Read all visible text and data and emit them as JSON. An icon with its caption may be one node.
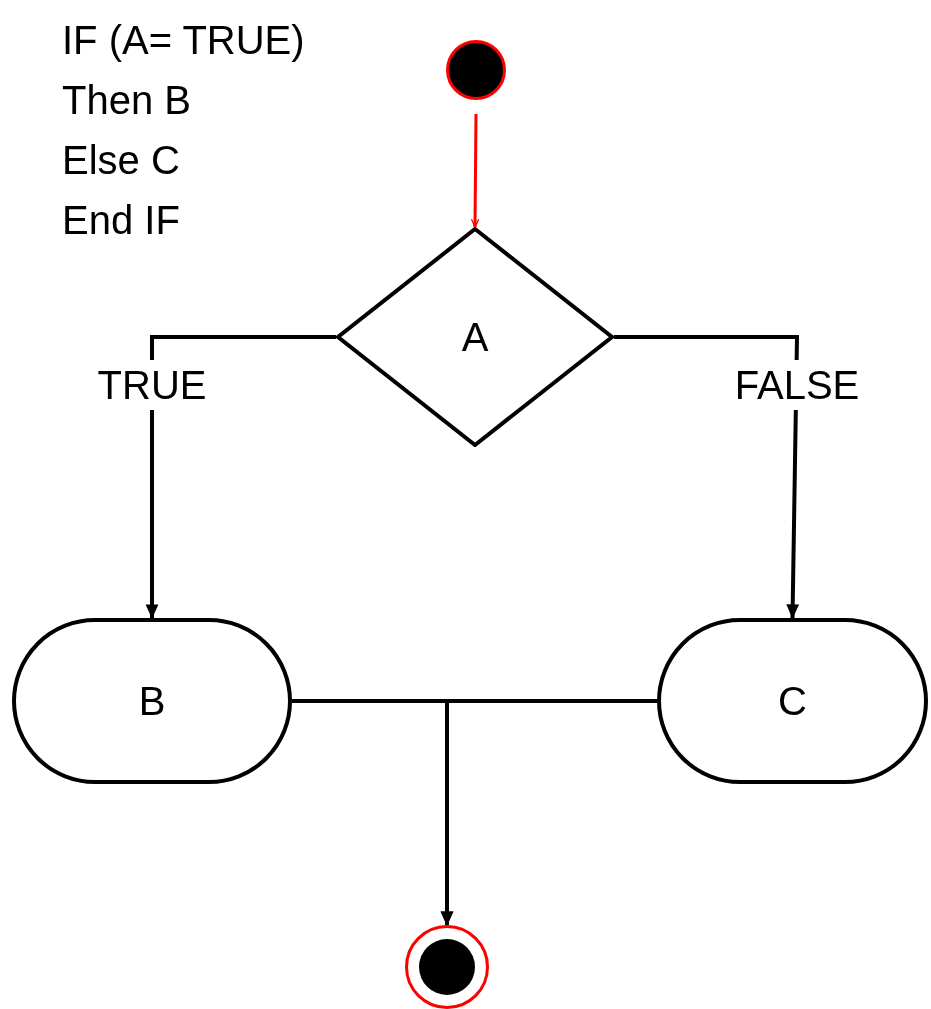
{
  "diagram": {
    "nodes": [
      {
        "text": [],
        "shape": "circle"
      },
      {
        "text": [
          "A"
        ]
      },
      {
        "text": [
          "B"
        ]
      },
      {
        "text": [
          "C"
        ]
      },
      {
        "text": [],
        "shape": "circle"
      }
    ],
    "edges": [
      {
        "from": 0,
        "to": 1,
        "arrow": "to",
        "color": "#ff0000"
      },
      {
        "from": 1,
        "to": 2,
        "arrow": "to",
        "label": "TRUE"
      },
      {
        "from": 1,
        "to": 3,
        "arrow": "to",
        "label": "FALSE"
      },
      {
        "from": 2,
        "to": 4,
        "arrow": "to"
      },
      {
        "from": 3,
        "to": 4,
        "arrow": "to"
      }
    ],
    "labels": [
      "IF (A= TRUE)",
      "Then B",
      "Else C",
      "End IF"
    ]
  }
}
